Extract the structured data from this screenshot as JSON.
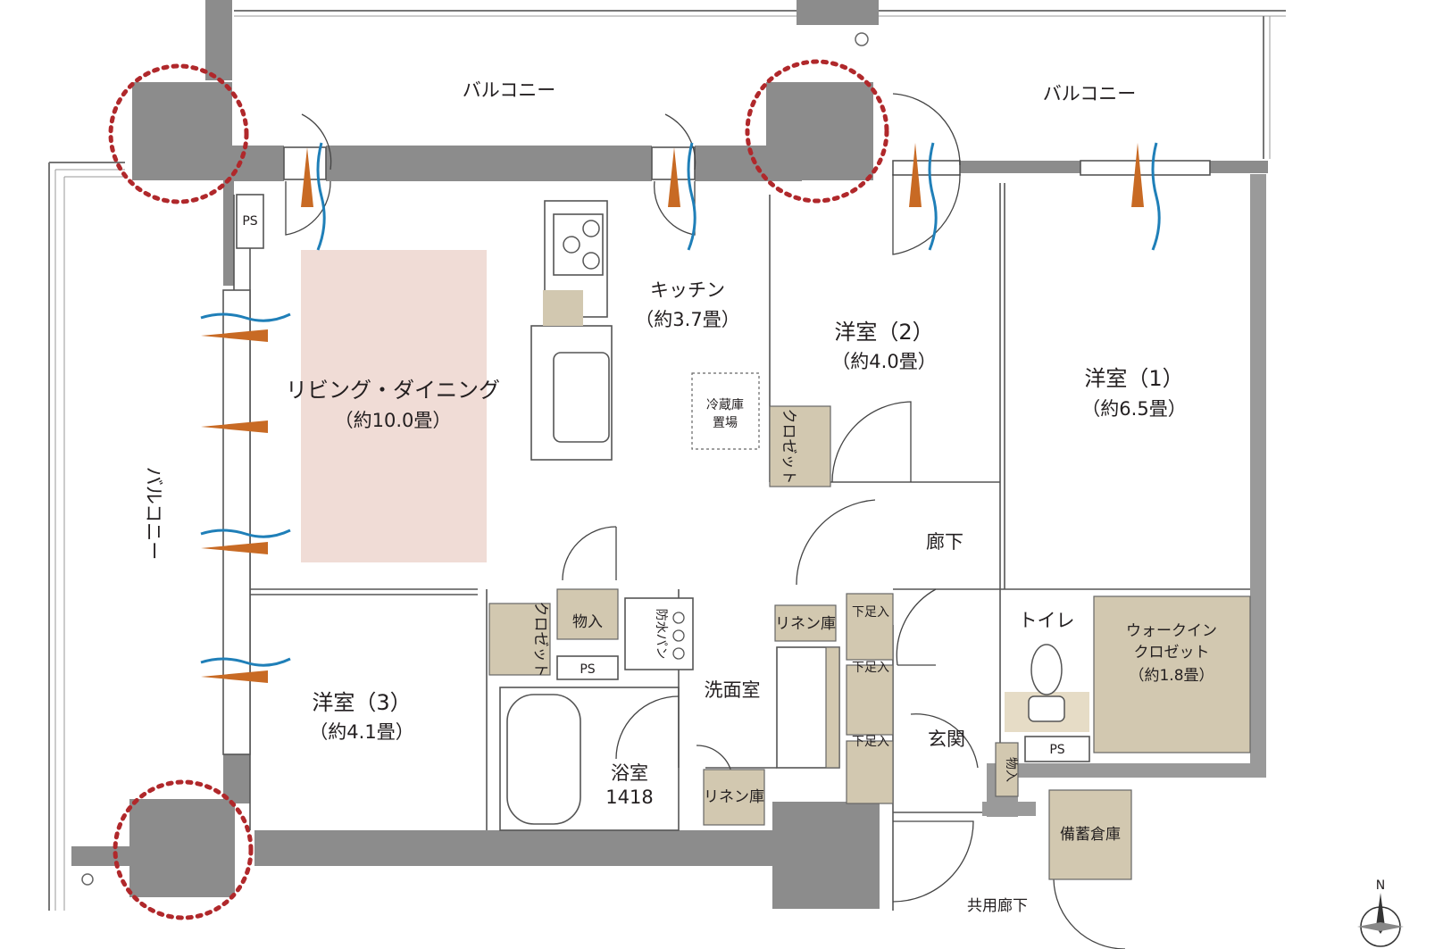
{
  "labels": {
    "balcony_top_left": "バルコニー",
    "balcony_top_right": "バルコニー",
    "balcony_left": "バルコニー",
    "ps_top_left": "PS",
    "living_name": "リビング・ダイニング",
    "living_area": "（約10.0畳）",
    "kitchen_name": "キッチン",
    "kitchen_area": "（約3.7畳）",
    "fridge_l1": "冷蔵庫",
    "fridge_l2": "置場",
    "room2_name": "洋室（2）",
    "room2_area": "（約4.0畳）",
    "closet_vertical": "クロゼット",
    "room1_name": "洋室（1）",
    "room1_area": "（約6.5畳）",
    "corridor": "廊下",
    "closet_room3": "クロゼット",
    "storage": "物入",
    "ps_middle": "PS",
    "waterproof_pan": "防水パン",
    "linen_top": "リネン庫",
    "shoe1": "下足入",
    "shoe2": "下足入",
    "shoe3": "下足入",
    "toilet": "トイレ",
    "wic_l1": "ウォークイン",
    "wic_l2": "クロゼット",
    "wic_area": "（約1.8畳）",
    "washroom": "洗面室",
    "room3_name": "洋室（3）",
    "room3_area": "（約4.1畳）",
    "bath_name": "浴室",
    "bath_size": "1418",
    "linen_bottom": "リネン庫",
    "entrance": "玄関",
    "storage_entrance": "物入",
    "ps_toilet": "PS",
    "stockroom": "備蓄倉庫",
    "common_corridor": "共用廊下",
    "compass_n": "N"
  },
  "colors": {
    "wall": "#8c8c8c",
    "living_highlight": "#f0dcd6",
    "closet_fill": "#d2c8b0",
    "pillar_ring": "#b0282b",
    "wind_blue": "#1f7fb8",
    "wind_orange": "#c86a24"
  },
  "icons": [
    "stove-icon",
    "sink-icon",
    "bathtub-icon",
    "toilet-icon",
    "washer-pan-icon",
    "compass-icon",
    "wind-arrow-icon"
  ]
}
